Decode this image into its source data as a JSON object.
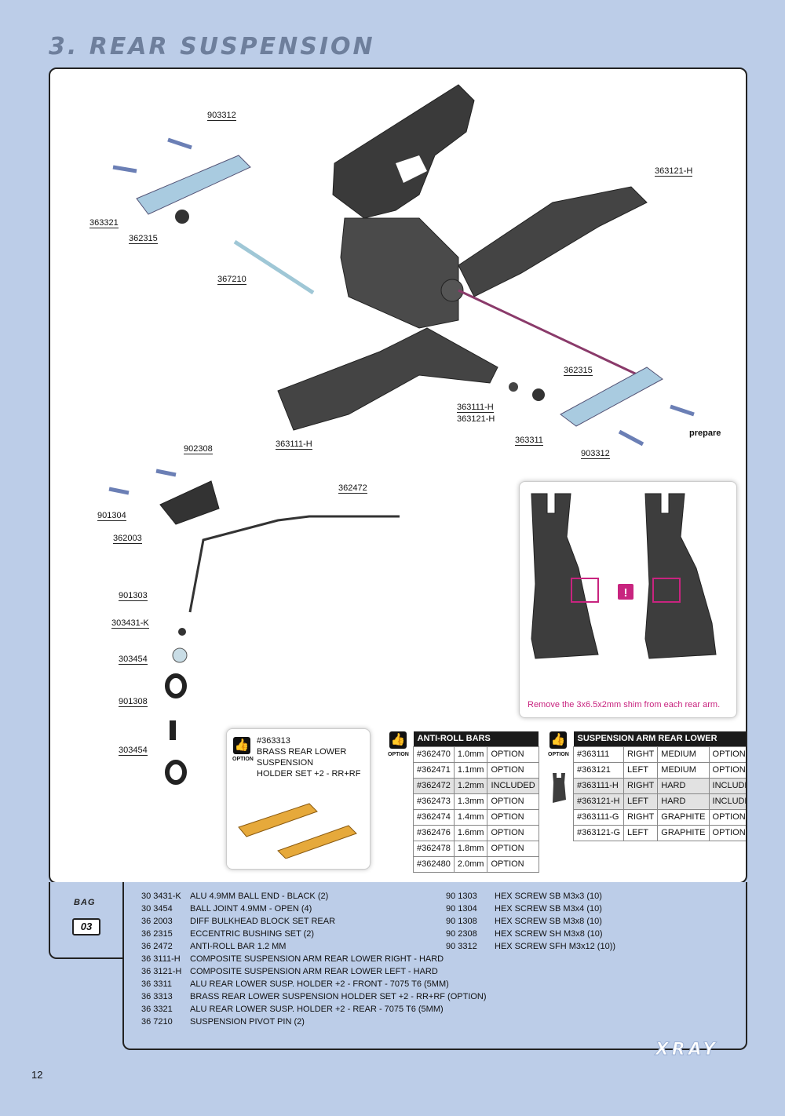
{
  "page_title": "3. REAR SUSPENSION",
  "labels": {
    "l903312a": "903312",
    "l363121h": "363121-H",
    "l363321": "363321",
    "l362315a": "362315",
    "l367210": "367210",
    "l362315b": "362315",
    "l363111h_363121h_a": "363111-H",
    "l363111h_363121h_b": "363121-H",
    "l363311": "363311",
    "l903312b": "903312",
    "l363111h": "363111-H",
    "prepare": "prepare",
    "l902308": "902308",
    "l362472": "362472",
    "l901304": "901304",
    "l362003": "362003",
    "l901303": "901303",
    "l303431k": "303431-K",
    "l303454a": "303454",
    "l901308": "901308",
    "l303454b": "303454"
  },
  "inset": {
    "caption": "Remove the 3x6.5x2mm shim from each rear arm.",
    "warning": "!"
  },
  "option_label": "OPTION",
  "brass_option": {
    "part": "#363313",
    "line1": "BRASS REAR LOWER SUSPENSION",
    "line2": "HOLDER SET +2 - RR+RF"
  },
  "anti_roll_bars": {
    "header": "ANTI-ROLL BARS",
    "rows": [
      [
        "#362470",
        "1.0mm",
        "OPTION"
      ],
      [
        "#362471",
        "1.1mm",
        "OPTION"
      ],
      [
        "#362472",
        "1.2mm",
        "INCLUDED"
      ],
      [
        "#362473",
        "1.3mm",
        "OPTION"
      ],
      [
        "#362474",
        "1.4mm",
        "OPTION"
      ],
      [
        "#362476",
        "1.6mm",
        "OPTION"
      ],
      [
        "#362478",
        "1.8mm",
        "OPTION"
      ],
      [
        "#362480",
        "2.0mm",
        "OPTION"
      ]
    ]
  },
  "arm_table": {
    "header": "SUSPENSION ARM REAR LOWER",
    "rows": [
      [
        "#363111",
        "RIGHT",
        "MEDIUM",
        "OPTION"
      ],
      [
        "#363121",
        "LEFT",
        "MEDIUM",
        "OPTION"
      ],
      [
        "#363111-H",
        "RIGHT",
        "HARD",
        "INCLUDED"
      ],
      [
        "#363121-H",
        "LEFT",
        "HARD",
        "INCLUDED"
      ],
      [
        "#363111-G",
        "RIGHT",
        "GRAPHITE",
        "OPTION"
      ],
      [
        "#363121-G",
        "LEFT",
        "GRAPHITE",
        "OPTION"
      ]
    ]
  },
  "bag": {
    "word": "BAG",
    "number": "03"
  },
  "parts_left": [
    [
      "30 3431-K",
      "ALU 4.9MM BALL END - BLACK (2)"
    ],
    [
      "30 3454",
      "BALL JOINT 4.9MM - OPEN (4)"
    ],
    [
      "36 2003",
      "DIFF BULKHEAD BLOCK SET REAR"
    ],
    [
      "36 2315",
      "ECCENTRIC BUSHING SET (2)"
    ],
    [
      "36 2472",
      "ANTI-ROLL BAR 1.2 MM"
    ],
    [
      "36 3111-H",
      "COMPOSITE SUSPENSION ARM REAR LOWER RIGHT - HARD"
    ],
    [
      "36 3121-H",
      "COMPOSITE SUSPENSION ARM REAR LOWER LEFT - HARD"
    ],
    [
      "36 3311",
      "ALU REAR LOWER SUSP. HOLDER +2 - FRONT - 7075 T6 (5MM)"
    ],
    [
      "36 3313",
      "BRASS REAR LOWER SUSPENSION HOLDER SET +2 - RR+RF (OPTION)"
    ],
    [
      "36 3321",
      "ALU REAR LOWER SUSP. HOLDER +2 - REAR - 7075 T6 (5MM)"
    ],
    [
      "36 7210",
      "SUSPENSION PIVOT PIN (2)"
    ]
  ],
  "parts_right": [
    [
      "90 1303",
      "HEX SCREW  SB M3x3  (10)"
    ],
    [
      "90 1304",
      "HEX SCREW  SB M3x4  (10)"
    ],
    [
      "90 1308",
      "HEX SCREW  SB M3x8  (10)"
    ],
    [
      "90 2308",
      "HEX SCREW  SH M3x8  (10)"
    ],
    [
      "90 3312",
      "HEX SCREW  SFH M3x12  (10))"
    ]
  ],
  "page_number": "12",
  "brand": "XRAY"
}
